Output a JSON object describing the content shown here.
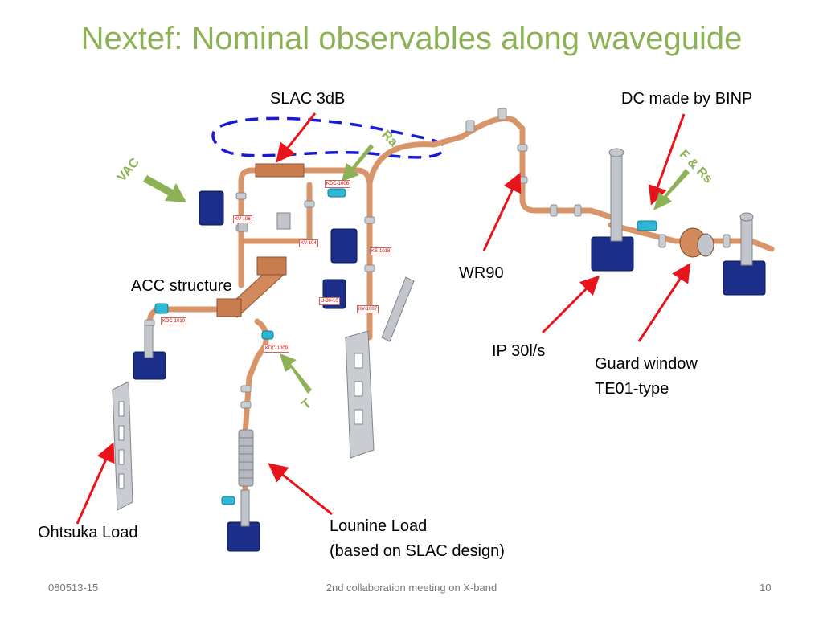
{
  "slide": {
    "title": "Nextef: Nominal observables along waveguide",
    "footer_left": "080513-15",
    "footer_center": "2nd collaboration meeting on X-band",
    "footer_right": "10"
  },
  "labels": {
    "slac3db": "SLAC 3dB",
    "dc_binp": "DC made by BINP",
    "wr90": "WR90",
    "acc": "ACC structure",
    "ip": "IP 30l/s",
    "guard_line1": "Guard window",
    "guard_line2": "TE01-type",
    "ohtsuka": "Ohtsuka Load",
    "lounine_line1": "Lounine Load",
    "lounine_line2": "(based on SLAC design)"
  },
  "observables": {
    "vac": "VAC",
    "ra": "Ra",
    "frs": "F & Rs",
    "t": "T"
  },
  "component_tags": {
    "kdc1006": "KDC-1006",
    "kv106": "KV-106",
    "kv104": "KV-104",
    "ks1018": "KS-1018",
    "u3010": "U-30-10",
    "kv1007": "KV-1007",
    "kdc1010": "KDC-1010",
    "kdc1009": "KDC-1009"
  },
  "colors": {
    "title": "#8db255",
    "arrow_red": "#e8131b",
    "arrow_green": "#8db255",
    "dash_blue": "#1a1ad6",
    "copper": "#d9956a",
    "pump_blue": "#1b2f8a",
    "steel": "#b8bcc2"
  }
}
